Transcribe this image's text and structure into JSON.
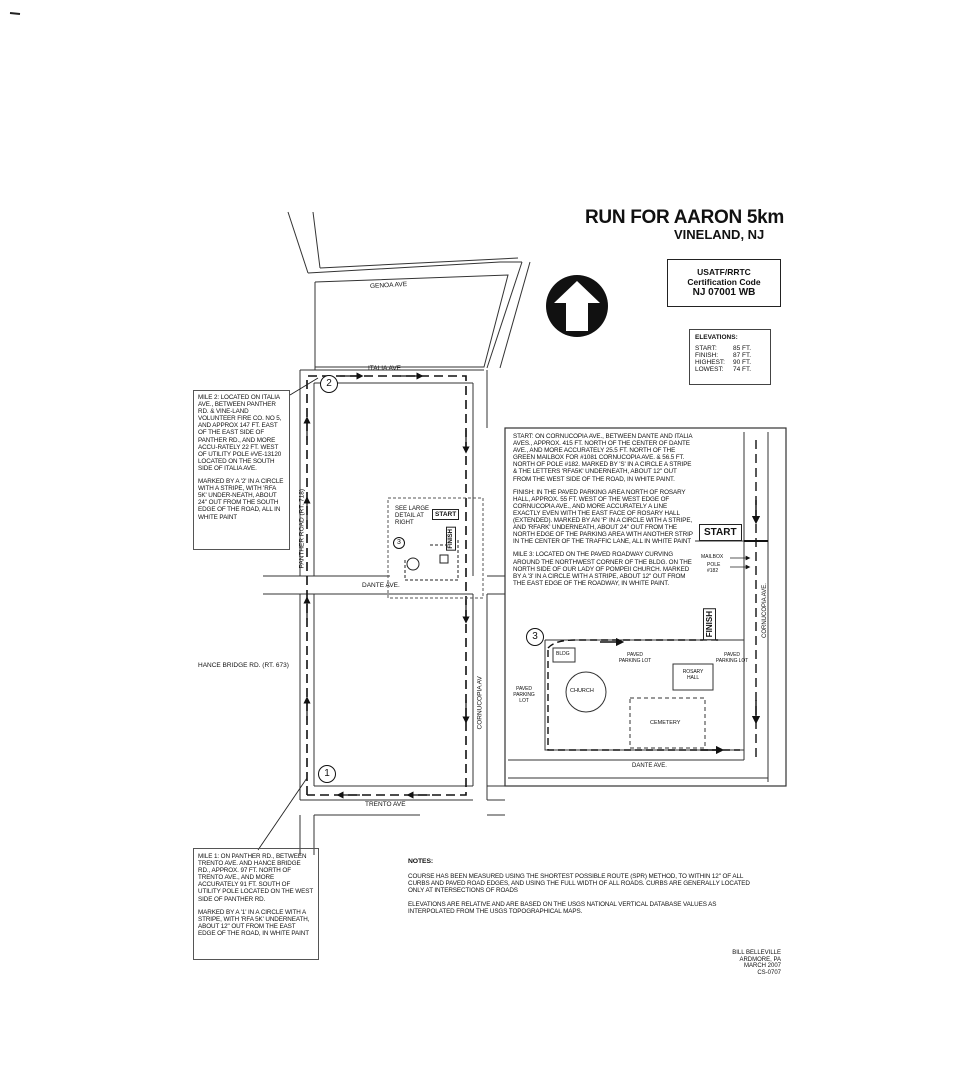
{
  "title": "RUN FOR AARON 5km",
  "subtitle": "VINELAND, NJ",
  "certification": {
    "line1": "USATF/RRTC",
    "line2": "Certification Code",
    "line3": "NJ 07001 WB"
  },
  "elevations": {
    "heading": "ELEVATIONS:",
    "rows": [
      {
        "label": "START:",
        "value": "85 FT."
      },
      {
        "label": "FINISH:",
        "value": "87 FT."
      },
      {
        "label": "HIGHEST:",
        "value": "90 FT."
      },
      {
        "label": "LOWEST:",
        "value": "74 FT."
      }
    ]
  },
  "streets": {
    "genoa": "GENOA AVE",
    "italia": "ITALIA AVE",
    "dante": "DANTE AVE.",
    "trento": "TRENTO AVE",
    "panther": "PANTHER ROAD (RT. 718)",
    "hance": "HANCE BRIDGE RD. (RT. 673)",
    "cornucopia": "CORNUCOPIA AV",
    "cornucopia_inset": "CORNUCOPIA AVE.",
    "dante_inset": "DANTE AVE."
  },
  "mile_markers": {
    "one": "1",
    "two": "2",
    "three": "3"
  },
  "mile2_note": {
    "p1": "MILE 2: LOCATED ON ITALIA AVE., BETWEEN PANTHER RD. & VINE-LAND VOLUNTEER FIRE CO. NO 5, AND APPROX 147 FT. EAST OF THE EAST SIDE OF PANTHER RD., AND MORE ACCU-RATELY 22 FT. WEST OF UTILITY POLE #VE-13120 LOCATED ON THE SOUTH SIDE OF ITALIA AVE.",
    "p2": "MARKED BY A '2' IN A CIRCLE WITH A STRIPE, WITH 'RFA 5K' UNDER-NEATH, ABOUT 24\" OUT FROM THE SOUTH EDGE OF THE ROAD, ALL IN WHITE PAINT"
  },
  "mile1_note": {
    "p1": "MILE 1: ON PANTHER RD., BETWEEN TRENTO AVE. AND HANCE BRIDGE RD., APPROX. 97 FT. NORTH OF TRENTO AVE., AND MORE ACCURATELY 91 FT. SOUTH OF UTILITY POLE LOCATED ON THE WEST SIDE OF PANTHER RD.",
    "p2": "MARKED BY A '1' IN A CIRCLE WITH A STRIPE, WITH 'RFA 5K' UNDERNEATH, ABOUT 12\" OUT FROM THE EAST EDGE OF THE ROAD, IN WHITE PAINT"
  },
  "see_detail": "SEE LARGE DETAIL AT RIGHT",
  "start_label": "START",
  "finish_label": "FINISH",
  "inset": {
    "start_text": "START: ON CORNUCOPIA AVE., BETWEEN DANTE AND ITALIA AVES., APPROX. 415 FT. NORTH OF THE CENTER OF DANTE AVE., AND MORE ACCURATELY 25.5 FT. NORTH OF THE GREEN MAILBOX FOR #1081 CORNUCOPIA AVE. & 56.5 FT. NORTH OF POLE #182. MARKED BY 'S' IN A CIRCLE A STRIPE & THE LETTERS 'RFA5K' UNDERNEATH, ABOUT 12\" OUT FROM THE WEST SIDE OF THE ROAD, IN WHITE PAINT.",
    "finish_text": "FINISH: IN THE PAVED PARKING AREA NORTH OF ROSARY HALL, APPROX. 55 FT. WEST OF THE WEST EDGE OF CORNUCOPIA AVE., AND MORE ACCURATELY A LINE EXACTLY EVEN WITH THE EAST FACE OF ROSARY HALL (EXTENDED). MARKED BY AN 'F' IN A CIRCLE WITH A STRIPE, AND 'RFARK' UNDERNEATH, ABOUT 24\" OUT FROM THE NORTH EDGE OF THE PARKING AREA WITH ANOTHER STRIP IN THE CENTER OF THE TRAFFIC LANE, ALL IN WHITE PAINT",
    "mile3_text": "MILE 3: LOCATED ON THE PAVED ROADWAY CURVING AROUND THE NORTHWEST CORNER OF THE BLDG. ON THE NORTH SIDE OF OUR LADY OF POMPEII CHURCH. MARKED BY A '3' IN A CIRCLE WITH A STRIPE, ABOUT 12\" OUT FROM THE EAST EDGE OF THE ROADWAY, IN WHITE PAINT.",
    "mailbox": "MAILBOX",
    "pole": "POLE #182",
    "bldg": "BLDG",
    "paved_parking_lot": "PAVED PARKING LOT",
    "rosary_hall": "ROSARY HALL",
    "paved_parking_lot_right": "PAVED PARKING LOT",
    "paved_parking_lot_left": "PAVED PARKING LOT",
    "church": "CHURCH",
    "cemetery": "CEMETERY"
  },
  "notes": {
    "heading": "NOTES:",
    "p1": "COURSE HAS BEEN MEASURED USING THE SHORTEST POSSIBLE ROUTE (SPR) METHOD, TO WITHIN 12\" OF ALL CURBS AND PAVED ROAD EDGES, AND USING THE FULL WIDTH OF ALL ROADS. CURBS ARE GENERALLY LOCATED ONLY AT INTERSECTIONS OF ROADS",
    "p2": "ELEVATIONS ARE RELATIVE AND ARE BASED ON THE USGS NATIONAL VERTICAL DATABASE VALUES AS INTERPOLATED FROM THE USGS TOPOGRAPHICAL MAPS."
  },
  "author": {
    "name": "BILL BELLEVILLE",
    "city": "ARDMORE, PA",
    "date": "MARCH 2007",
    "code": "CS-0707"
  },
  "icons": [
    "north-arrow-icon"
  ]
}
